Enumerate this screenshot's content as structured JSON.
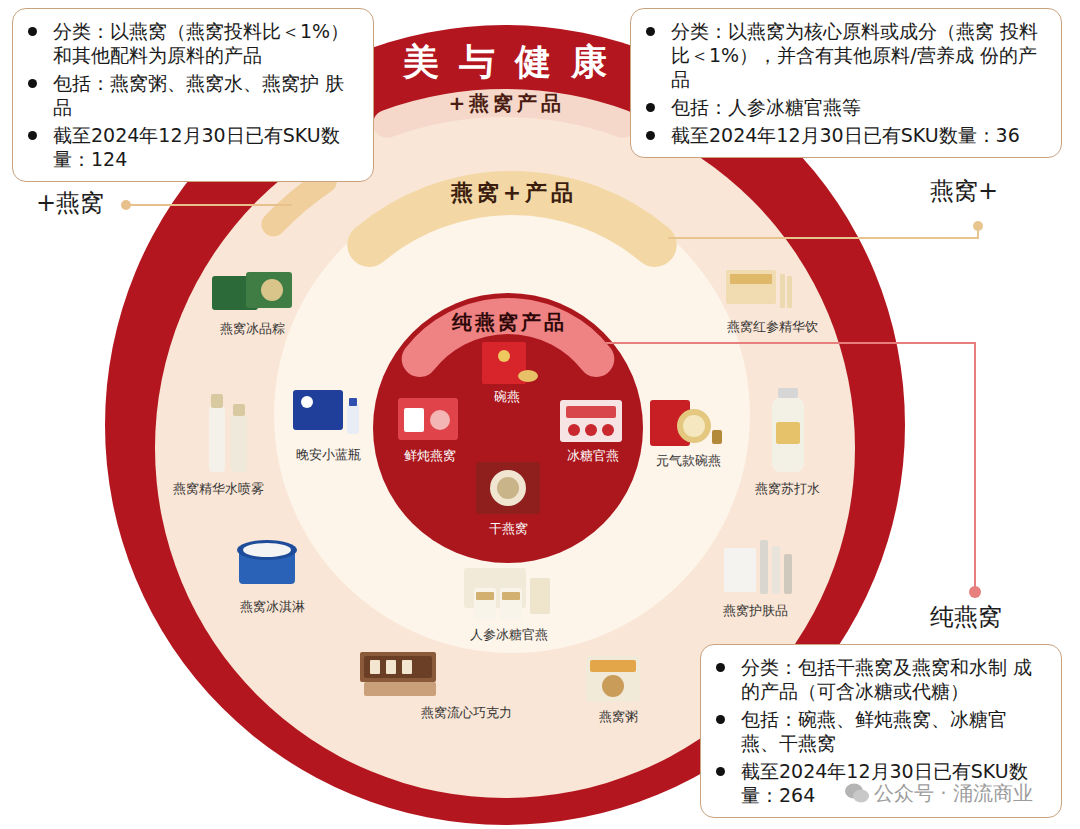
{
  "diagram": {
    "nodes": [
      {
        "text": [
          "分类：以燕窝（燕窝投料比＜1%） 和其他配料为原料的产品",
          "包括：燕窝粥、燕窝水、燕窝护 肤品",
          "截至2024年12月30日已有SKU数 量：124"
        ]
      },
      {
        "text": [
          "分类：以燕窝为核心原料或成分（燕窝 投料比＜1%），并含有其他原料/营养成 份的产品",
          "包括：人参冰糖官燕等",
          "截至2024年12月30日已有SKU数量：36"
        ]
      },
      {
        "text": [
          "美与健康"
        ]
      },
      {
        "text": [
          "+燕窝产品"
        ],
        "in": 2
      },
      {
        "text": [
          "燕窝+产品"
        ],
        "in": 3
      },
      {
        "text": [
          "纯燕窝产品"
        ],
        "in": 4
      },
      {
        "text": [
          "燕窝冰品粽"
        ],
        "in": 3
      },
      {
        "text": [
          "燕窝红参精华饮"
        ],
        "in": 3
      },
      {
        "text": [
          "碗燕"
        ],
        "in": 5
      },
      {
        "text": [
          "晚安小蓝瓶"
        ],
        "in": 4
      },
      {
        "text": [
          "鲜炖燕窝"
        ],
        "in": 5
      },
      {
        "text": [
          "冰糖官燕"
        ],
        "in": 5
      },
      {
        "text": [
          "元气款碗燕"
        ],
        "in": 4
      },
      {
        "text": [
          "燕窝精华水喷雾"
        ],
        "in": 3
      },
      {
        "text": [
          "燕窝苏打水"
        ],
        "in": 3
      },
      {
        "text": [
          "干燕窝"
        ],
        "in": 5
      },
      {
        "text": [
          "燕窝冰淇淋"
        ],
        "in": 3
      },
      {
        "text": [
          "燕窝护肤品"
        ],
        "in": 3
      },
      {
        "text": [
          "人参冰糖官燕"
        ],
        "in": 4
      },
      {
        "text": [
          "燕窝流心巧克力"
        ],
        "in": 3
      },
      {
        "text": [
          "燕窝粥"
        ],
        "in": 3
      },
      {
        "text": [
          "分类：包括干燕窝及燕窝和水制 成的产品（可含冰糖或代糖）",
          "包括：碗燕、鲜炖燕窝、冰糖官 燕、干燕窝",
          "截至2024年12月30日已有SKU数 量：264"
        ]
      }
    ],
    "labels": [
      "+燕窝",
      "燕窝+",
      "纯燕窝",
      "公众号 · 涌流商业"
    ]
  }
}
